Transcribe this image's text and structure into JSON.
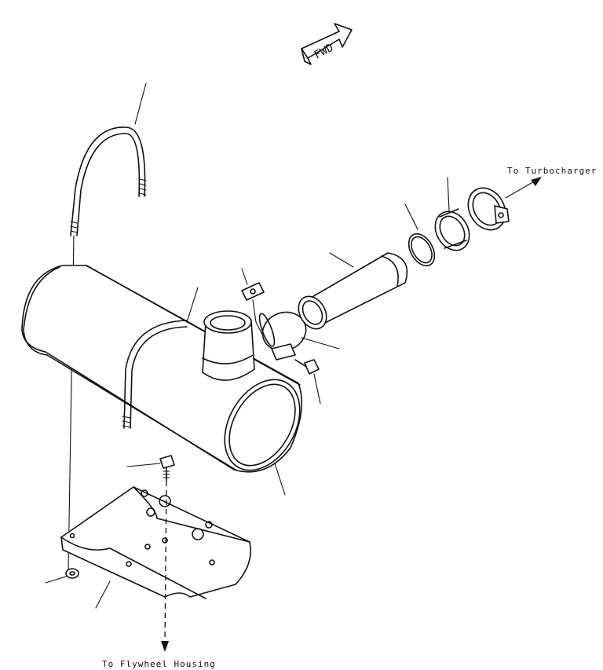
{
  "fwd_marker": "FWD",
  "labels": {
    "turbocharger": "To Turbocharger",
    "flywheel": "To Flywheel Housing"
  }
}
